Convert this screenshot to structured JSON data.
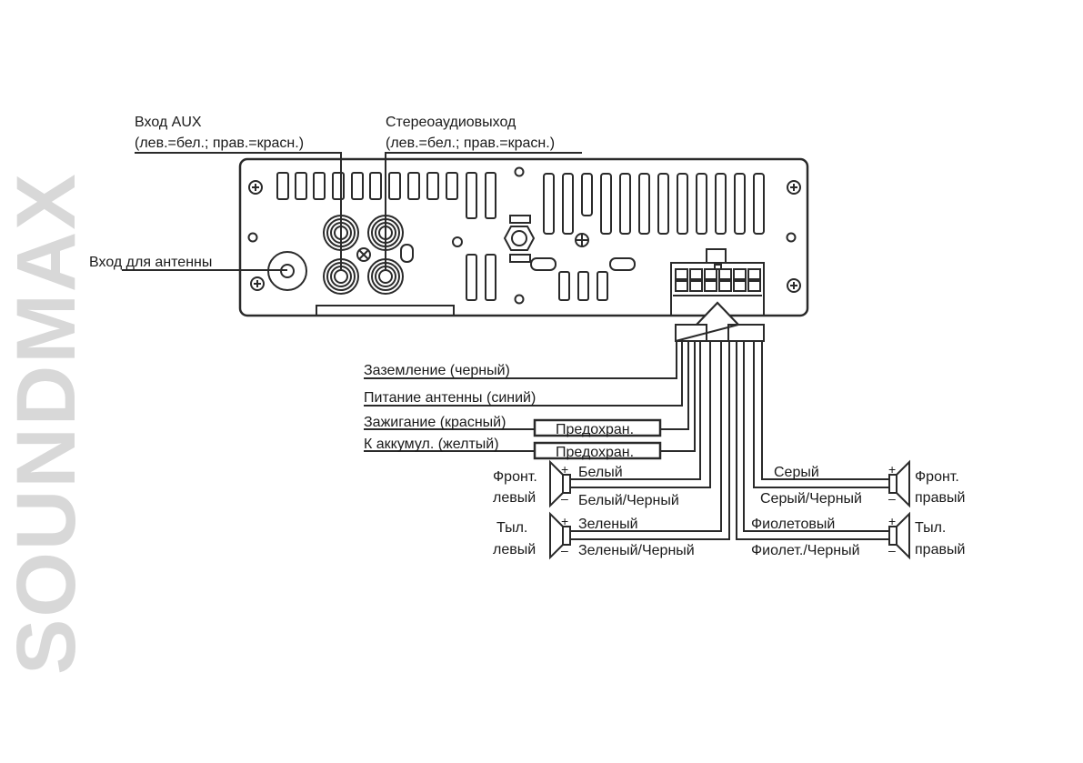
{
  "brand_watermark": "SOUNDMAX",
  "unit": {
    "aux_input": {
      "title": "Вход AUX",
      "subtitle": "(лев.=бел.; прав.=красн.)"
    },
    "stereo_output": {
      "title": "Стереоаудиовыход",
      "subtitle": "(лев.=бел.; прав.=красн.)"
    },
    "antenna_input": "Вход для антенны"
  },
  "power_wires": [
    {
      "label": "Заземление (черный)",
      "fuse": null
    },
    {
      "label": "Питание антенны (синий)",
      "fuse": null
    },
    {
      "label": "Зажигание (красный)",
      "fuse": "Предохран."
    },
    {
      "label": "К аккумул. (желтый)",
      "fuse": "Предохран."
    }
  ],
  "speakers": {
    "plus": "+",
    "minus": "–",
    "front_left": {
      "name_line1": "Фронт.",
      "name_line2": "левый",
      "positive": "Белый",
      "negative": "Белый/Черный"
    },
    "rear_left": {
      "name_line1": "Тыл.",
      "name_line2": "левый",
      "positive": "Зеленый",
      "negative": "Зеленый/Черный"
    },
    "front_right": {
      "name_line1": "Фронт.",
      "name_line2": "правый",
      "positive": "Серый",
      "negative": "Серый/Черный"
    },
    "rear_right": {
      "name_line1": "Тыл.",
      "name_line2": "правый",
      "positive": "Фиолетовый",
      "negative": "Фиолет./Черный"
    }
  }
}
